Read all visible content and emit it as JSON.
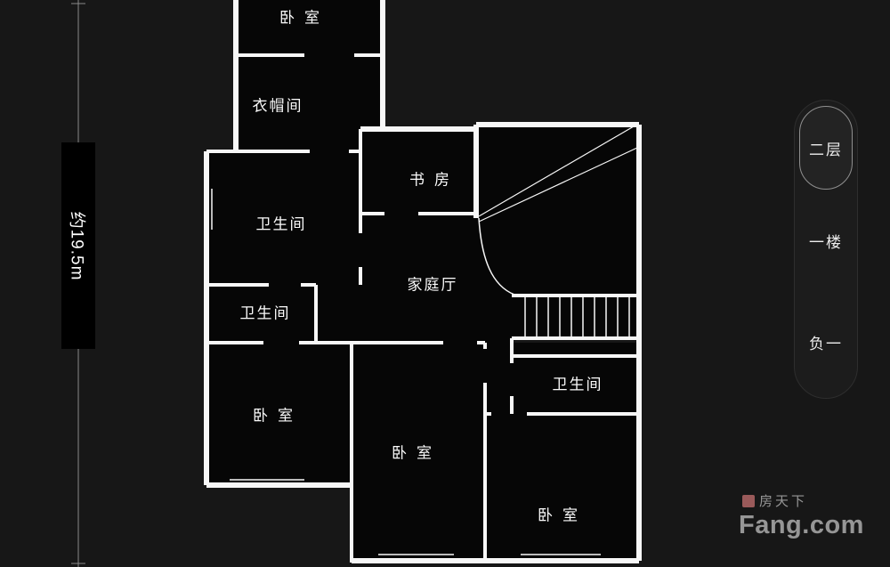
{
  "plan": {
    "dimension_label": "约19.5m",
    "rooms": [
      {
        "id": "bedroom-top",
        "label": "卧室"
      },
      {
        "id": "cloakroom",
        "label": "衣帽间"
      },
      {
        "id": "study",
        "label": "书房"
      },
      {
        "id": "bathroom-upper",
        "label": "卫生间"
      },
      {
        "id": "family-hall",
        "label": "家庭厅"
      },
      {
        "id": "bathroom-middle",
        "label": "卫生间"
      },
      {
        "id": "bedroom-left",
        "label": "卧室"
      },
      {
        "id": "bedroom-center",
        "label": "卧室"
      },
      {
        "id": "bathroom-right",
        "label": "卫生间"
      },
      {
        "id": "bedroom-bottom-right",
        "label": "卧室"
      }
    ]
  },
  "floor_selector": {
    "items": [
      {
        "label": "二层",
        "selected": true
      },
      {
        "label": "一楼",
        "selected": false
      },
      {
        "label": "负一",
        "selected": false
      }
    ]
  },
  "branding": {
    "site_name": "房天下",
    "site_domain": "Fang.com"
  },
  "colors": {
    "background": "#171717",
    "wall_line": "#f7f7f7",
    "room_fill": "#060606",
    "dimension_box": "#000000"
  }
}
